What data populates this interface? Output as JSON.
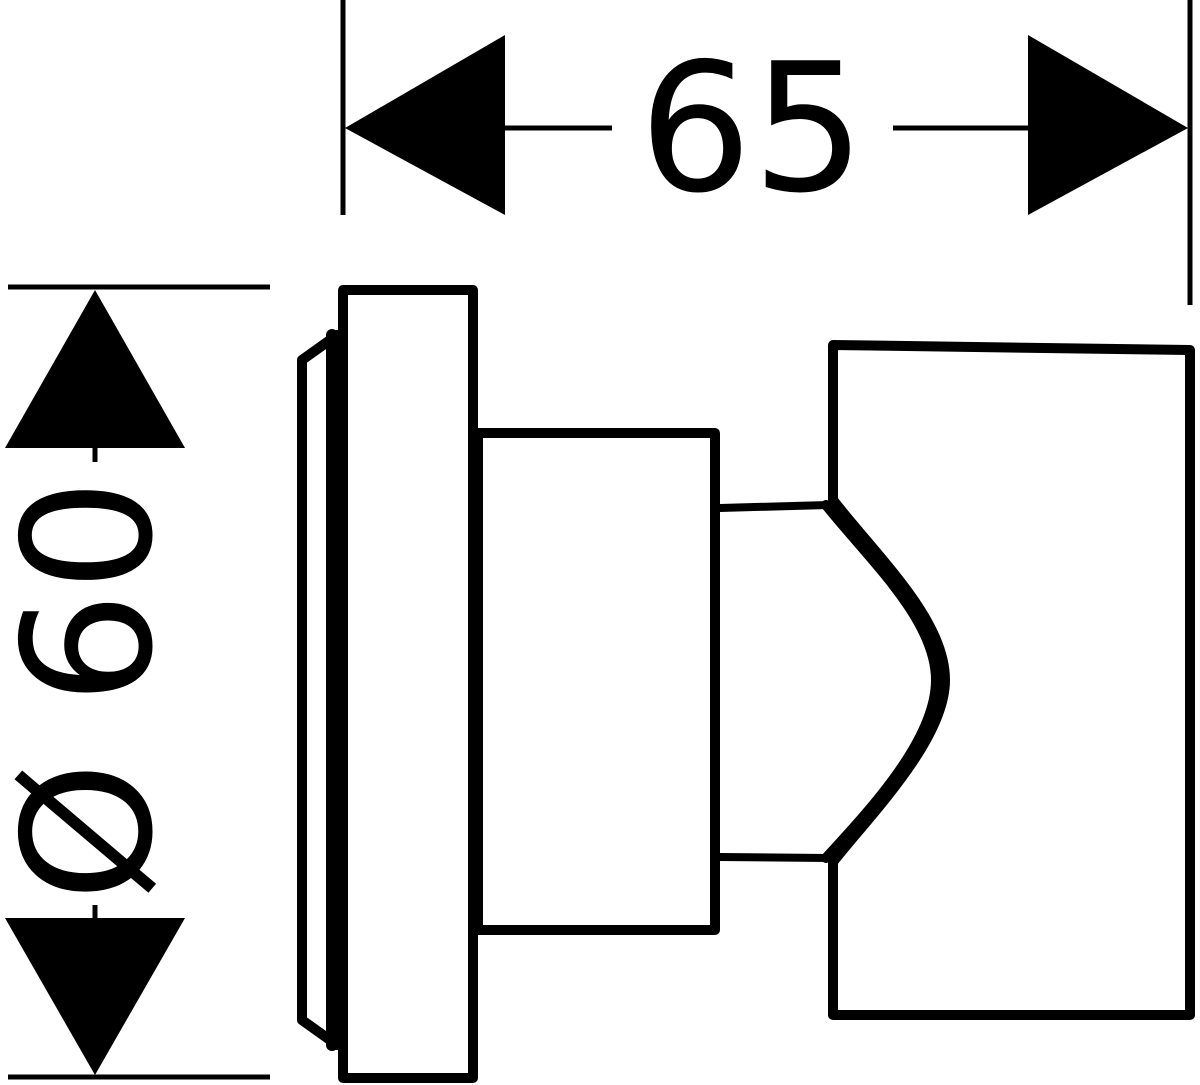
{
  "drawing": {
    "type": "technical dimension drawing",
    "background": "#ffffff",
    "line_color": "#000000",
    "dimensions": {
      "width": {
        "label": "65",
        "orientation": "horizontal"
      },
      "diameter": {
        "label": "Ø 60",
        "symbol": "Ø",
        "value": "60",
        "orientation": "vertical"
      }
    },
    "parts": [
      "wall-rosette",
      "rosette-flange",
      "escutcheon-body",
      "handle-neck",
      "handle-grip"
    ]
  }
}
